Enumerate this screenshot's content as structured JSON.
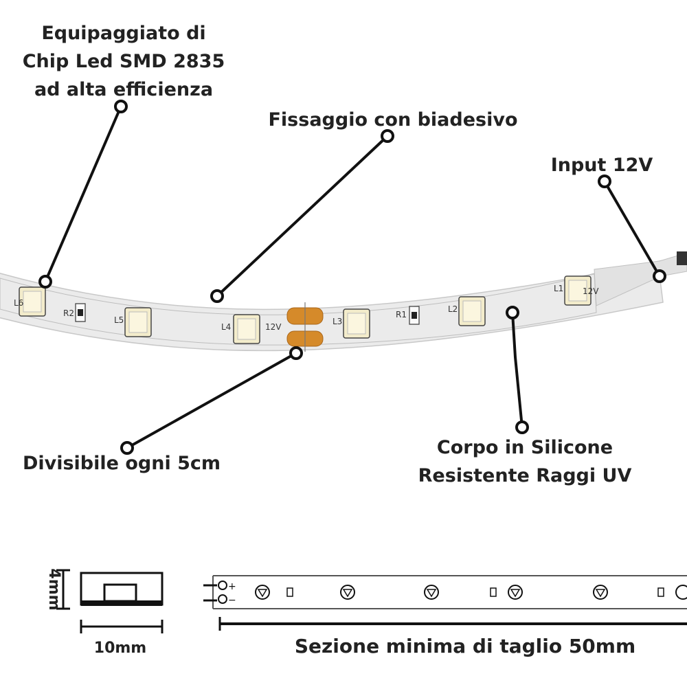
{
  "callouts": {
    "chip": [
      "Equipaggiato di",
      "Chip Led SMD 2835",
      "ad alta efficienza"
    ],
    "adhesive": "Fissaggio con biadesivo",
    "input": "Input 12V",
    "divisible": "Divisibile ogni 5cm",
    "body": [
      "Corpo in Silicone",
      "Resistente Raggi UV"
    ]
  },
  "strip_marks": {
    "led_labels": [
      "L6",
      "L5",
      "L4",
      "L3",
      "L2",
      "L1"
    ],
    "resistor_labels": [
      "R2",
      "R1"
    ],
    "voltage_labels": [
      "12V",
      "12V"
    ]
  },
  "dimensions": {
    "height": "4mm",
    "width": "10mm",
    "cut_section": "Sezione minima di taglio 50mm",
    "terminal_plus": "+",
    "terminal_minus": "−"
  },
  "colors": {
    "strip_body": "#ebebeb",
    "led_chip": "#f3eccb",
    "cut_pad": "#d58a2a",
    "callout_line": "#111111"
  }
}
